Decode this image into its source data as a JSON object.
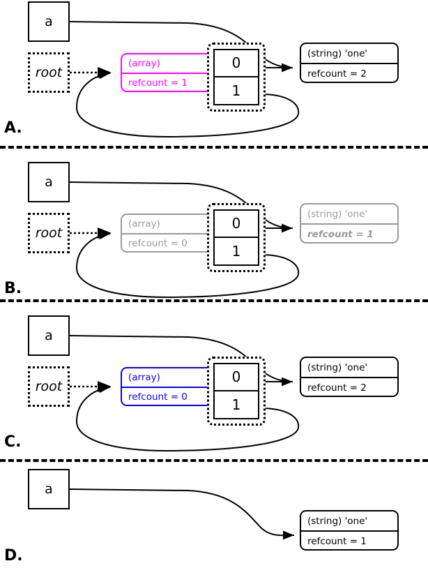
{
  "diagram": {
    "title": "PHP reference counting / garbage collection panels",
    "colors": {
      "magenta": "#ff00ff",
      "blue": "#0000ff",
      "gray": "#999999",
      "black": "#000000"
    },
    "panels": [
      {
        "label": "A.",
        "var_box": "a",
        "root_box": "root",
        "array": {
          "type_label": "(array)",
          "refcount_label": "refcount = 1",
          "color": "#ff00ff",
          "state": "highlight-magenta"
        },
        "cells": [
          "0",
          "1"
        ],
        "string": {
          "type_label": "(string) 'one'",
          "refcount_label": "refcount = 2",
          "color": "#000000",
          "state": "normal"
        }
      },
      {
        "label": "B.",
        "var_box": "a",
        "root_box": "root",
        "array": {
          "type_label": "(array)",
          "refcount_label": "refcount = 0",
          "color": "#999999",
          "state": "dimmed"
        },
        "cells": [
          "0",
          "1"
        ],
        "string": {
          "type_label": "(string) 'one'",
          "refcount_label": "refcount = 1",
          "color": "#999999",
          "state": "dimmed-emphasis"
        }
      },
      {
        "label": "C.",
        "var_box": "a",
        "root_box": "root",
        "array": {
          "type_label": "(array)",
          "refcount_label": "refcount = 0",
          "color": "#0000ff",
          "state": "highlight-blue"
        },
        "cells": [
          "0",
          "1"
        ],
        "string": {
          "type_label": "(string) 'one'",
          "refcount_label": "refcount = 2",
          "color": "#000000",
          "state": "normal"
        }
      },
      {
        "label": "D.",
        "var_box": "a",
        "root_box": null,
        "array": null,
        "cells": [],
        "string": {
          "type_label": "(string) 'one'",
          "refcount_label": "refcount = 1",
          "color": "#000000",
          "state": "normal"
        }
      }
    ]
  }
}
